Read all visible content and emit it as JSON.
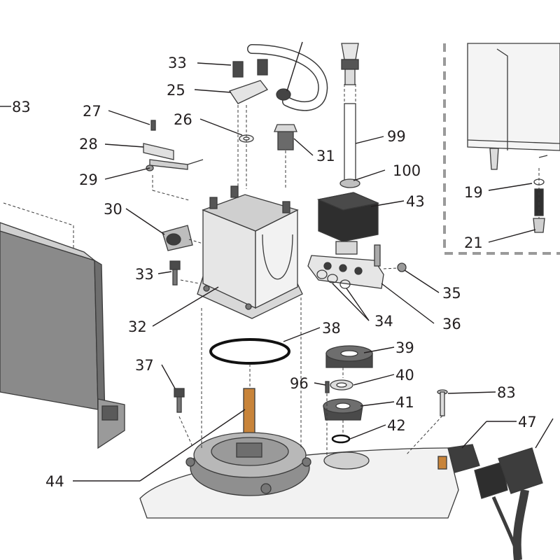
{
  "callouts": {
    "c83_left": "83",
    "c33_top": "33",
    "c25": "25",
    "c27": "27",
    "c26": "26",
    "c28": "28",
    "c31": "31",
    "c29": "29",
    "c99": "99",
    "c100": "100",
    "c43": "43",
    "c30": "30",
    "c19": "19",
    "c21": "21",
    "c33_mid": "33",
    "c35": "35",
    "c34": "34",
    "c36": "36",
    "c32": "32",
    "c38": "38",
    "c39": "39",
    "c37": "37",
    "c40": "40",
    "c96": "96",
    "c83_right": "83",
    "c41": "41",
    "c47": "47",
    "c42": "42",
    "c44": "44"
  },
  "colors": {
    "ink": "#231f20",
    "heater_tube": "#c8843a",
    "gray_body": "#7a7a7a",
    "dark_part": "#3d3d3d"
  }
}
